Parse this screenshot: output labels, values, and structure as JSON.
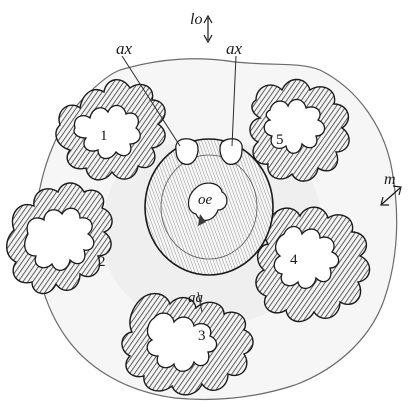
{
  "figure": {
    "labels": {
      "lo": "lo",
      "ax_left": "ax",
      "ax_right": "ax",
      "m": "m",
      "oe": "oe",
      "aa": "aa"
    },
    "lobe_numbers": [
      "1",
      "2",
      "3",
      "4",
      "5"
    ]
  }
}
